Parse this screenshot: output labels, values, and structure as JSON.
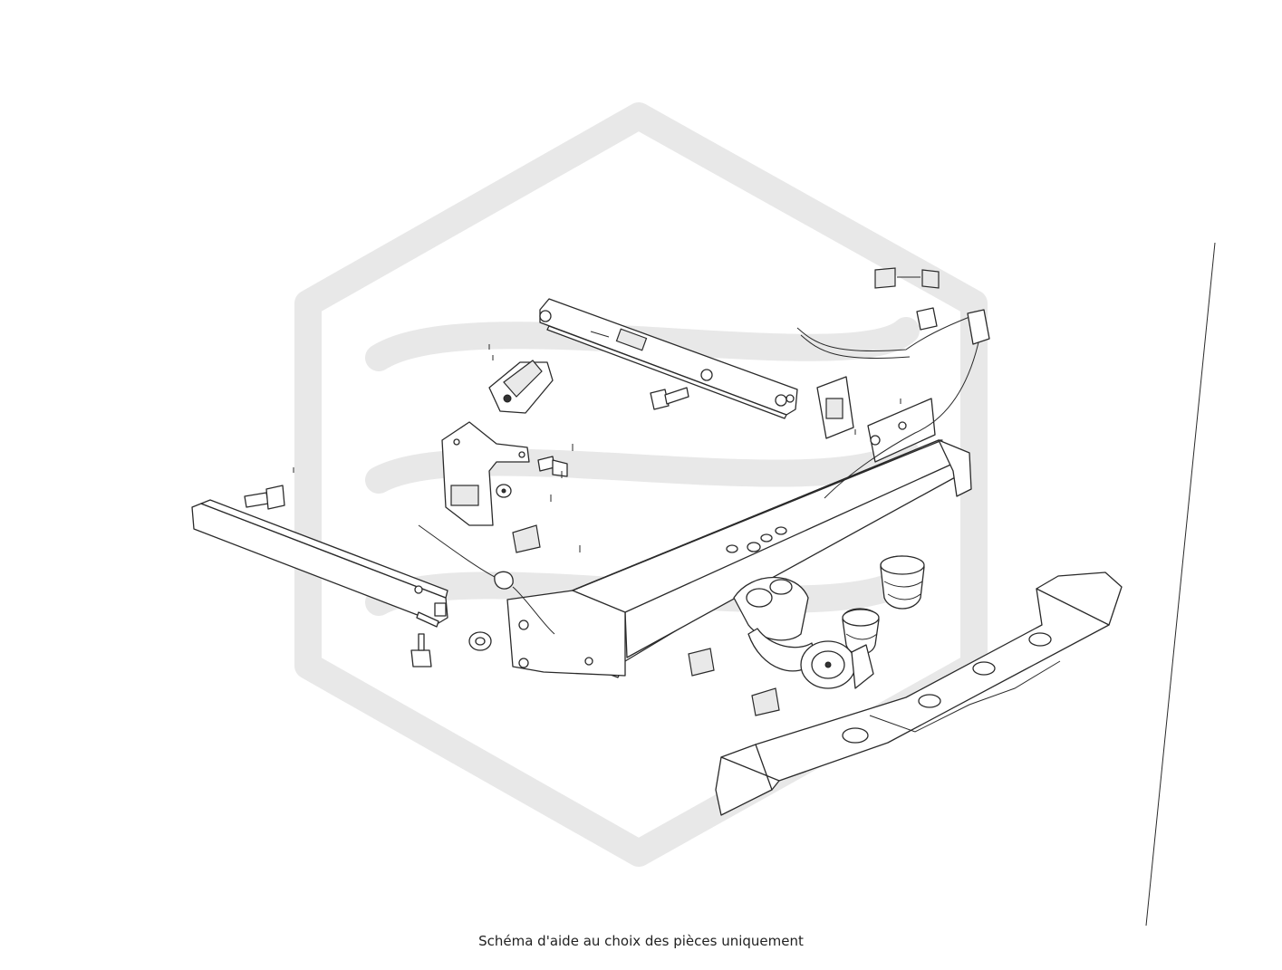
{
  "diagram": {
    "caption": "Schéma d'aide au choix des pièces uniquement",
    "watermark": "hexagon-s-logo",
    "parts": [
      "upper-crossbar",
      "lower-crossbar",
      "main-tow-bar",
      "rear-bumper-absorber",
      "socket-module",
      "socket-bracket",
      "wiring-harness",
      "tow-ball-neck",
      "socket-cap-a",
      "socket-cap-b",
      "bolts",
      "nuts",
      "rubber-grommet",
      "mounting-plate"
    ],
    "colors": {
      "line": "#2a2a2a",
      "watermark": "#e8e8e8",
      "background": "#ffffff"
    }
  }
}
